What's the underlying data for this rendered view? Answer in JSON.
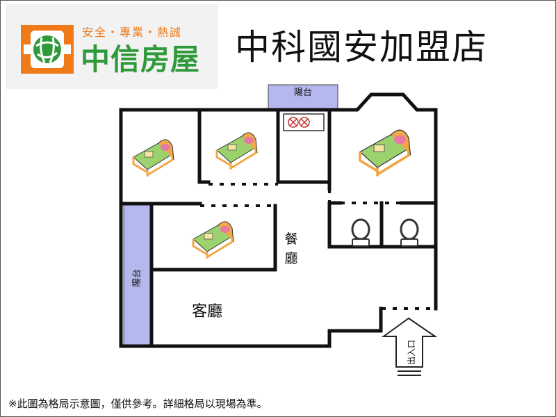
{
  "brand": {
    "slogan": "安全・專業・熱誠",
    "name": "中信房屋",
    "colors": {
      "orange": "#f07a1a",
      "green": "#2f9a3a"
    }
  },
  "store_title": "中科國安加盟店",
  "floor_plan": {
    "labels": {
      "balcony_top": "陽台",
      "balcony_left": "陽台",
      "dining": "餐廳",
      "living": "客廳",
      "entrance": "出入口"
    },
    "icons": [
      "bed-icon",
      "bed-icon",
      "bed-icon",
      "bed-icon",
      "toilet-icon",
      "toilet-icon",
      "stove-icon",
      "entrance-arrow-icon"
    ],
    "colors": {
      "balcony": "#b4b8ec",
      "bed_green": "#9bd26e",
      "bed_pink": "#e67aa0",
      "bed_frame": "#f0a84a"
    }
  },
  "disclaimer": "※此圖為格局示意圖，僅供參考。詳細格局以現場為準。"
}
